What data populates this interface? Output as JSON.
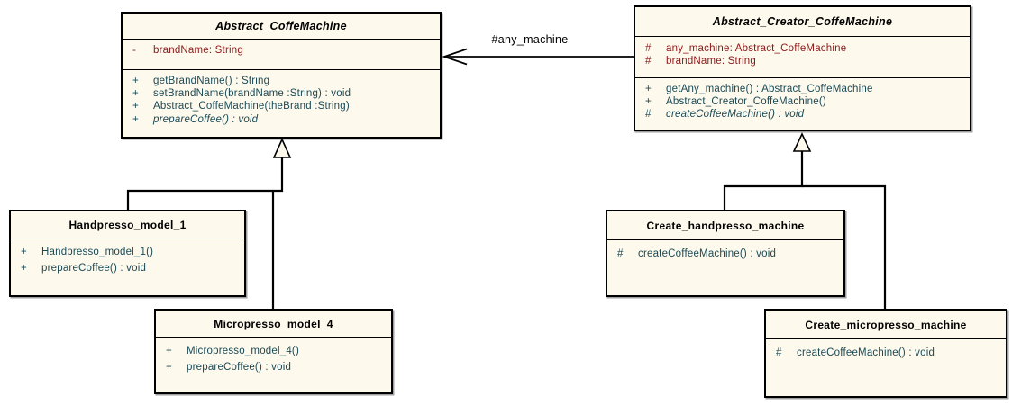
{
  "diagram": {
    "type": "uml-class-diagram",
    "classes": [
      {
        "name": "Abstract_CoffeMachine",
        "abstract": true,
        "attributes": [
          {
            "vis": "-",
            "text": "brandName: String"
          }
        ],
        "methods": [
          {
            "vis": "+",
            "text": "getBrandName() : String"
          },
          {
            "vis": "+",
            "text": "setBrandName(brandName :String) : void"
          },
          {
            "vis": "+",
            "text": "Abstract_CoffeMachine(theBrand :String)"
          },
          {
            "vis": "+",
            "text": "prepareCoffee() : void",
            "abstract": true
          }
        ]
      },
      {
        "name": "Abstract_Creator_CoffeMachine",
        "abstract": true,
        "attributes": [
          {
            "vis": "#",
            "text": "any_machine: Abstract_CoffeMachine"
          },
          {
            "vis": "#",
            "text": "brandName: String"
          }
        ],
        "methods": [
          {
            "vis": "+",
            "text": "getAny_machine() : Abstract_CoffeMachine"
          },
          {
            "vis": "+",
            "text": "Abstract_Creator_CoffeMachine()"
          },
          {
            "vis": "#",
            "text": "createCoffeeMachine() : void",
            "abstract": true
          }
        ]
      },
      {
        "name": "Handpresso_model_1",
        "abstract": false,
        "attributes": [],
        "methods": [
          {
            "vis": "+",
            "text": "Handpresso_model_1()"
          },
          {
            "vis": "+",
            "text": "prepareCoffee() : void"
          }
        ]
      },
      {
        "name": "Micropresso_model_4",
        "abstract": false,
        "attributes": [],
        "methods": [
          {
            "vis": "+",
            "text": "Micropresso_model_4()"
          },
          {
            "vis": "+",
            "text": "prepareCoffee() : void"
          }
        ]
      },
      {
        "name": "Create_handpresso_machine",
        "abstract": false,
        "attributes": [],
        "methods": [
          {
            "vis": "#",
            "text": "createCoffeeMachine() : void"
          }
        ]
      },
      {
        "name": "Create_micropresso_machine",
        "abstract": false,
        "attributes": [],
        "methods": [
          {
            "vis": "#",
            "text": "createCoffeeMachine() : void"
          }
        ]
      }
    ],
    "edges": {
      "association": {
        "label": "#any_machine",
        "from": "Abstract_Creator_CoffeMachine",
        "to": "Abstract_CoffeMachine"
      },
      "generalizations": [
        {
          "from": "Handpresso_model_1",
          "to": "Abstract_CoffeMachine"
        },
        {
          "from": "Micropresso_model_4",
          "to": "Abstract_CoffeMachine"
        },
        {
          "from": "Create_handpresso_machine",
          "to": "Abstract_Creator_CoffeMachine"
        },
        {
          "from": "Create_micropresso_machine",
          "to": "Abstract_Creator_CoffeMachine"
        }
      ]
    },
    "colors": {
      "box_fill": "#FDF9EC",
      "border": "#000000",
      "title_text": "#000000",
      "attribute_text": "#8B1A1A",
      "method_text": "#1B4A57",
      "label_text": "#000000"
    }
  }
}
